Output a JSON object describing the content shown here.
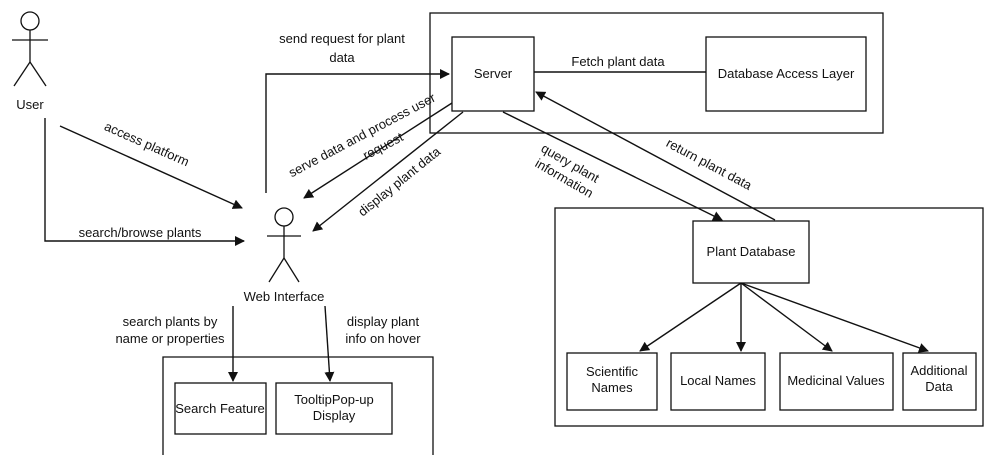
{
  "actors": {
    "user": "User",
    "web_interface": "Web Interface"
  },
  "nodes": {
    "server": "Server",
    "database_access_layer": "Database Access Layer",
    "plant_database": "Plant Database",
    "scientific_names": [
      "Scientific",
      "Names"
    ],
    "local_names": "Local Names",
    "medicinal_values": "Medicinal Values",
    "additional_data": [
      "Additional",
      "Data"
    ],
    "search_feature": "Search Feature",
    "tooltip_display": [
      "TooltipPop-up",
      "Display"
    ]
  },
  "edges": {
    "access_platform": "access platform",
    "search_browse": "search/browse plants",
    "send_request": [
      "send request for plant",
      "data"
    ],
    "fetch_plant_data": "Fetch plant data",
    "serve_data": [
      "serve data and process user",
      "request"
    ],
    "display_plant_data": "display plant data",
    "query_plant": [
      "query plant",
      "information"
    ],
    "return_plant_data": "return plant data",
    "search_plants_by": [
      "search plants by",
      "name or properties"
    ],
    "display_plant_info": [
      "display plant",
      "info on hover"
    ]
  }
}
